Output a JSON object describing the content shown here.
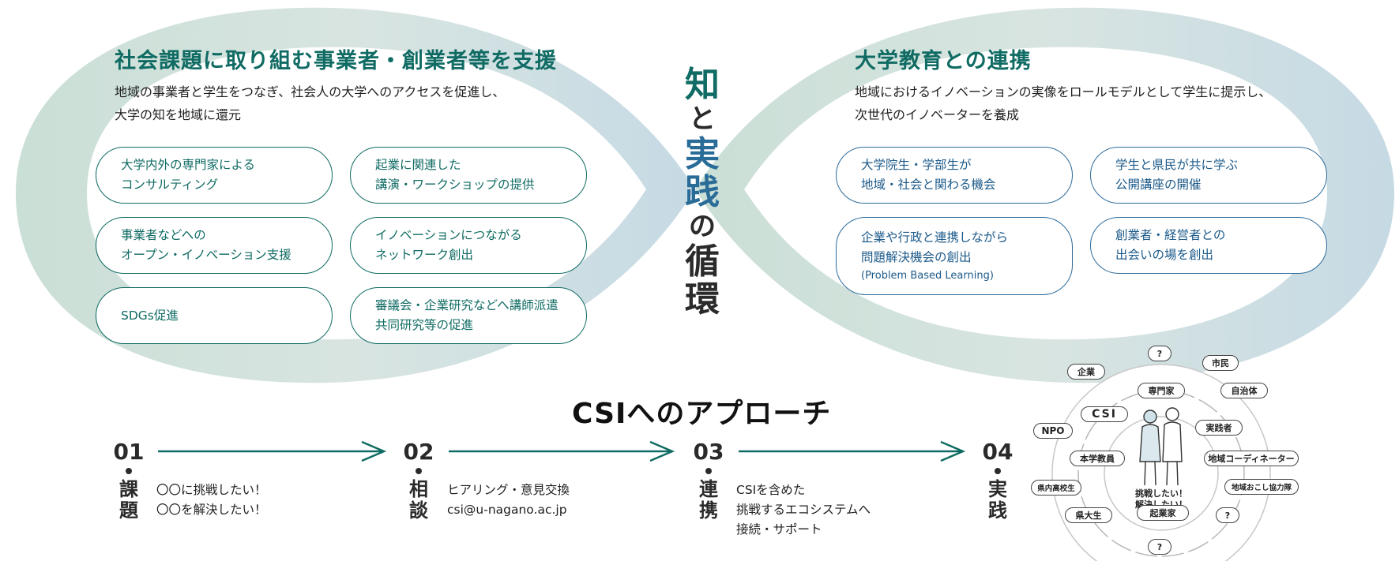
{
  "colors": {
    "teal": "#0f6b63",
    "blue": "#2a6c98",
    "dark": "#2a2a2a"
  },
  "left": {
    "title": "社会課題に取り組む事業者・創業者等を支援",
    "desc": [
      "地域の事業者と学生をつなぎ、社会人の大学へのアクセスを促進し、",
      "大学の知を地域に還元"
    ],
    "pills": [
      {
        "l1": "大学内外の専門家による",
        "l2": "コンサルティング"
      },
      {
        "l1": "起業に関連した",
        "l2": "講演・ワークショップの提供"
      },
      {
        "l1": "事業者などへの",
        "l2": "オープン・イノベーション支援"
      },
      {
        "l1": "イノベーションにつながる",
        "l2": "ネットワーク創出"
      },
      {
        "l1": "SDGs促進",
        "l2": ""
      },
      {
        "l1": "審議会・企業研究などへ講師派遣",
        "l2": "共同研究等の促進"
      }
    ]
  },
  "right": {
    "title": "大学教育との連携",
    "desc": [
      "地域におけるイノベーションの実像をロールモデルとして学生に提示し、",
      "次世代のイノベーターを養成"
    ],
    "pills": [
      {
        "l1": "大学院生・学部生が",
        "l2": "地域・社会と関わる機会",
        "l3": ""
      },
      {
        "l1": "学生と県民が共に学ぶ",
        "l2": "公開講座の開催",
        "l3": ""
      },
      {
        "l1": "企業や行政と連携しながら",
        "l2": "問題解決機会の創出",
        "l3": "(Problem Based Learning)"
      },
      {
        "l1": "創業者・経営者との",
        "l2": "出会いの場を創出",
        "l3": ""
      }
    ]
  },
  "center_title": {
    "c1": "知",
    "c2": "と",
    "c3": "実",
    "c4": "践",
    "c5": "の",
    "c6": "循",
    "c7": "環"
  },
  "approach": {
    "title": "CSIへのアプローチ",
    "steps": [
      {
        "num": "01",
        "k1": "課",
        "k2": "題",
        "text": [
          "〇〇に挑戦したい！",
          "〇〇を解決したい！",
          ""
        ]
      },
      {
        "num": "02",
        "k1": "相",
        "k2": "談",
        "text": [
          "ヒアリング・意見交換",
          "csi@u-nagano.ac.jp",
          ""
        ]
      },
      {
        "num": "03",
        "k1": "連",
        "k2": "携",
        "text": [
          "CSIを含めた",
          "挑戦するエコシステムへ",
          "接続・サポート"
        ]
      },
      {
        "num": "04",
        "k1": "実",
        "k2": "践",
        "text": [
          "",
          "",
          ""
        ]
      }
    ]
  },
  "ecosystem": {
    "labels": {
      "kigyo": "企業",
      "q1": "?",
      "shimin": "市民",
      "senmonka": "専門家",
      "jichitai": "自治体",
      "csi": "CSI",
      "npo": "NPO",
      "jissensha": "実践者",
      "honkyoin": "本学教員",
      "chiiki_coord": "地域コーディネーター",
      "kennai": "県内高校生",
      "chiiki_okoshi": "地域おこし協力隊",
      "kendaisei": "県大生",
      "kigyoka": "起業家",
      "q2": "?",
      "q3": "?"
    },
    "center": [
      "挑戦したい！",
      "解決したい！"
    ]
  }
}
